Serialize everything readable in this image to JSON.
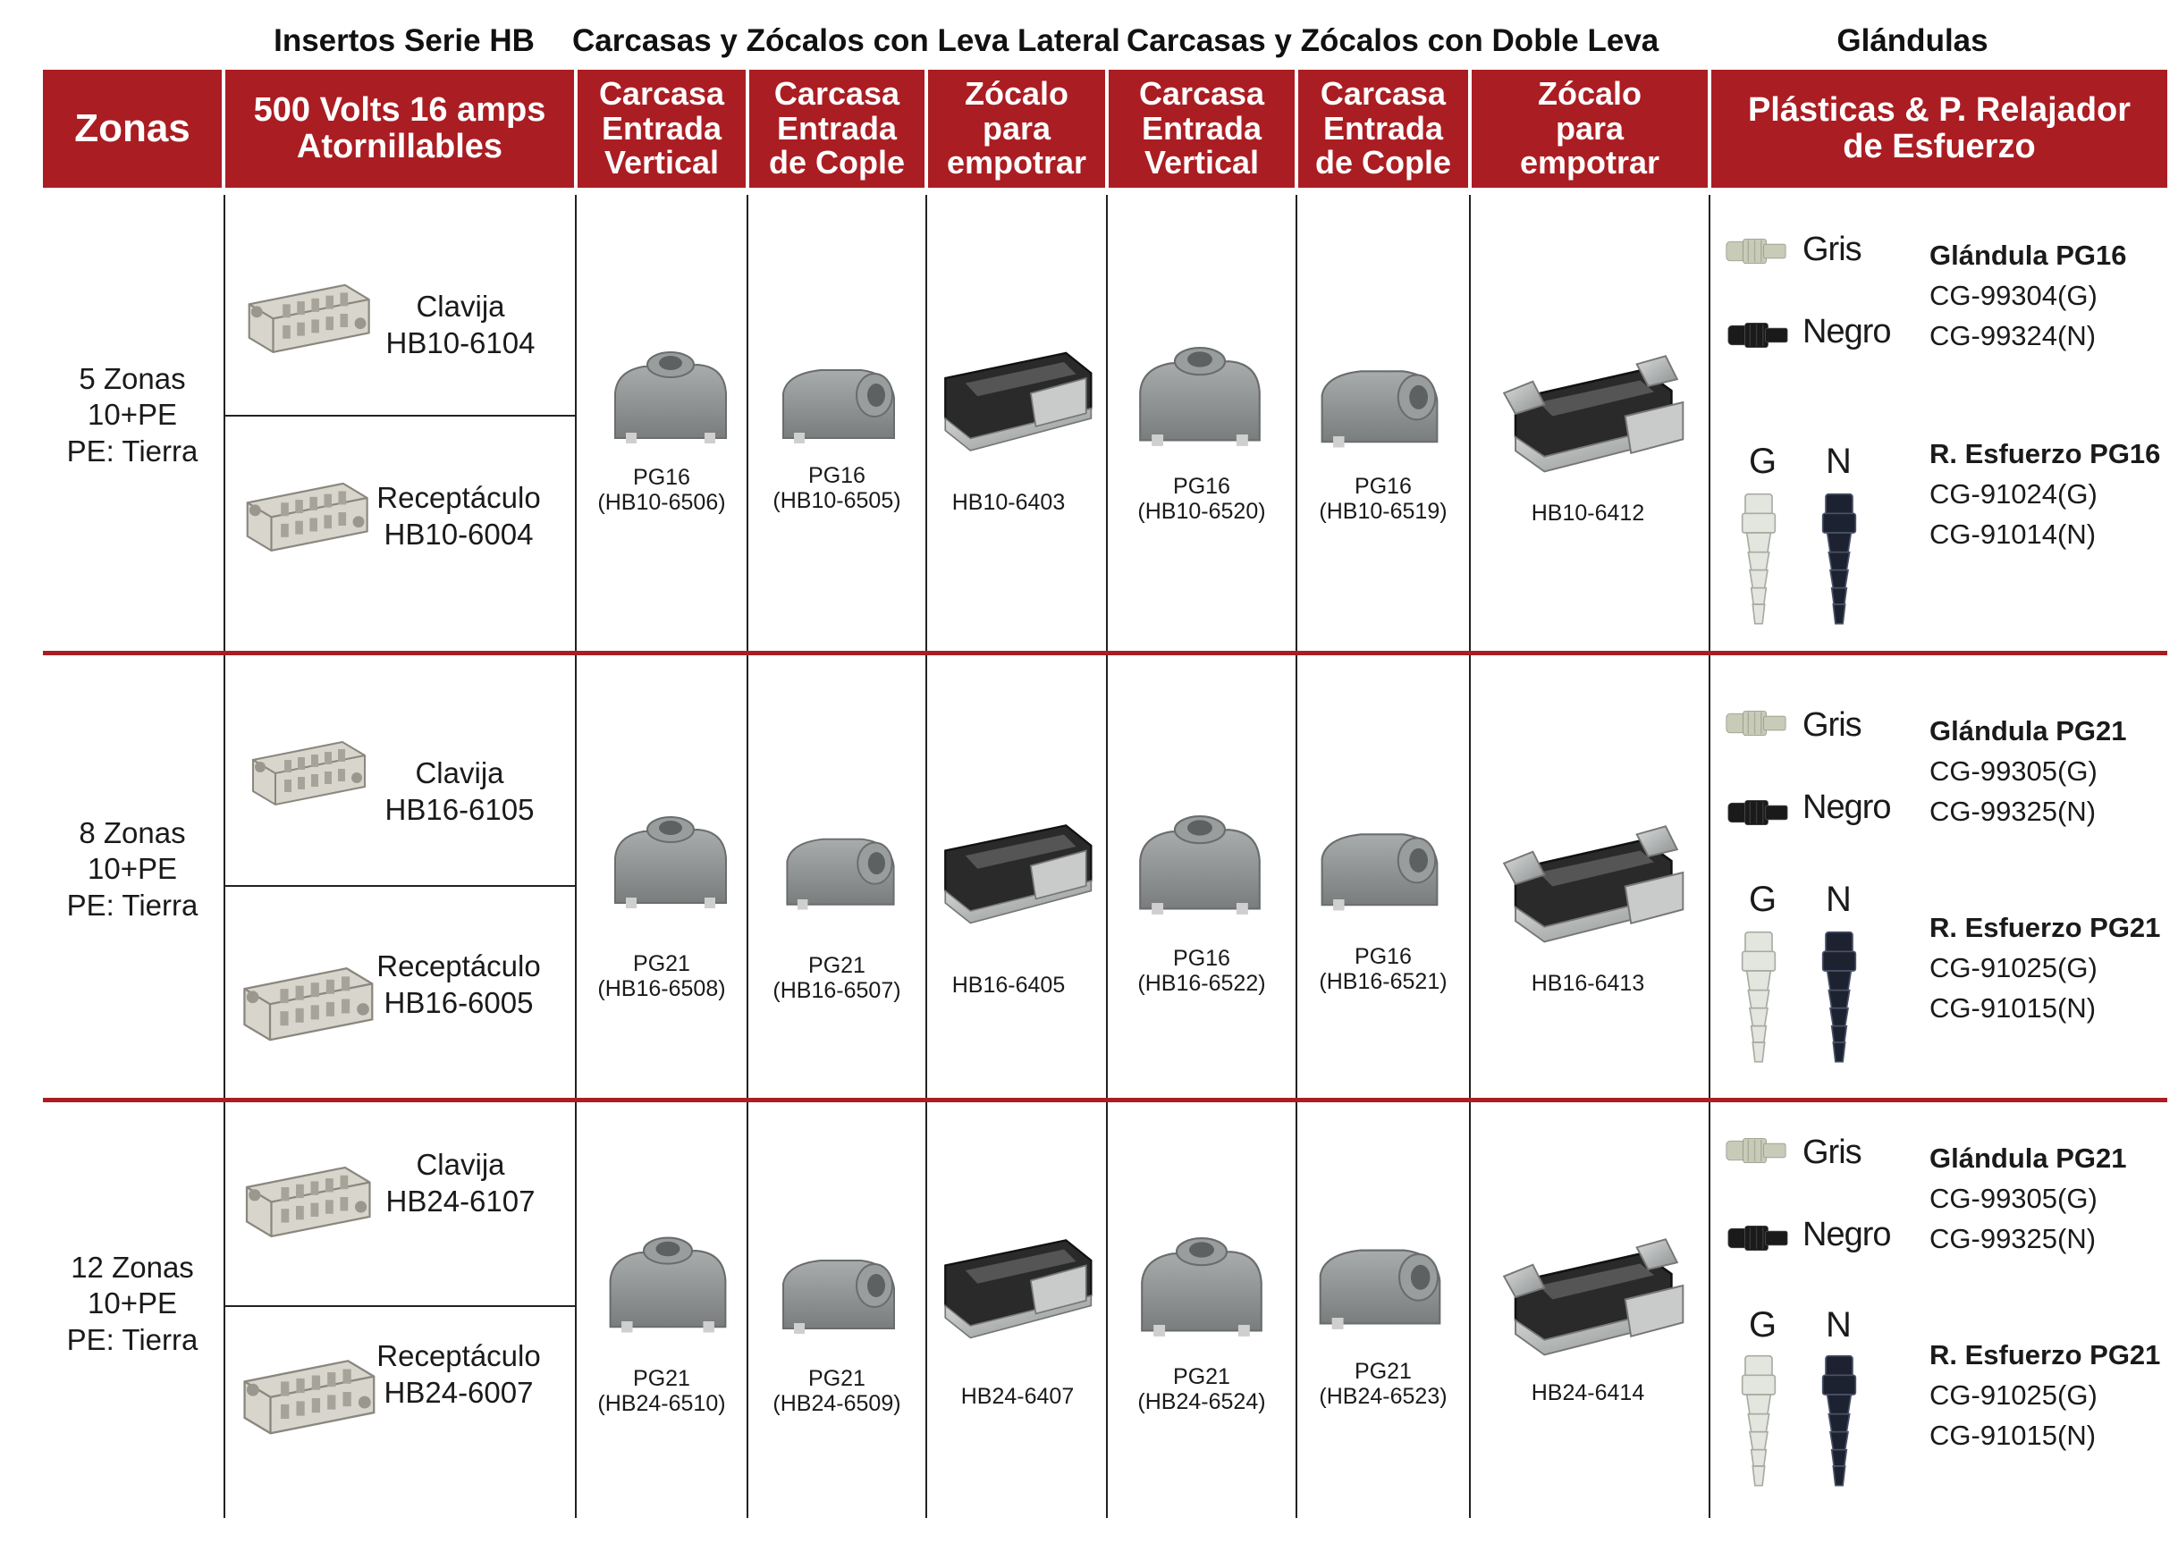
{
  "group_headers": {
    "insertos": "Insertos Serie HB",
    "leva_lateral": "Carcasas y Zócalos con Leva Lateral",
    "doble_leva": "Carcasas y Zócalos con Doble Leva",
    "glandulas": "Glándulas"
  },
  "column_headers": {
    "zonas": "Zonas",
    "insertos_line1": "500 Volts 16 amps",
    "insertos_line2": "Atornillables",
    "ll_vertical": [
      "Carcasa",
      "Entrada",
      "Vertical"
    ],
    "ll_cople": [
      "Carcasa",
      "Entrada",
      "de Cople"
    ],
    "ll_zocalo": [
      "Zócalo",
      "para",
      "empotrar"
    ],
    "dl_vertical": [
      "Carcasa",
      "Entrada",
      "Vertical"
    ],
    "dl_cople": [
      "Carcasa",
      "Entrada",
      "de Cople"
    ],
    "dl_zocalo": [
      "Zócalo",
      "para",
      "empotrar"
    ],
    "glandulas_line1": "Plásticas & P. Relajador",
    "glandulas_line2": "de Esfuerzo"
  },
  "rows": [
    {
      "zone": [
        "5 Zonas",
        "10+PE",
        "PE: Tierra"
      ],
      "clavija": [
        "Clavija",
        "HB10-6104"
      ],
      "receptaculo": [
        "Receptáculo",
        "HB10-6004"
      ],
      "ll_vertical": [
        "PG16",
        "(HB10-6506)"
      ],
      "ll_cople": [
        "PG16",
        "(HB10-6505)"
      ],
      "ll_zocalo": "HB10-6403",
      "dl_vertical": [
        "PG16",
        "(HB10-6520)"
      ],
      "dl_cople": [
        "PG16",
        "(HB10-6519)"
      ],
      "dl_zocalo": "HB10-6412",
      "gris": "Gris",
      "negro": "Negro",
      "glandula_title": "Glándula PG16",
      "glandula_codes": [
        "CG-99304(G)",
        "CG-99324(N)"
      ],
      "g": "G",
      "n": "N",
      "esfuerzo_title": "R. Esfuerzo PG16",
      "esfuerzo_codes": [
        "CG-91024(G)",
        "CG-91014(N)"
      ]
    },
    {
      "zone": [
        "8 Zonas",
        "10+PE",
        "PE: Tierra"
      ],
      "clavija": [
        "Clavija",
        "HB16-6105"
      ],
      "receptaculo": [
        "Receptáculo",
        "HB16-6005"
      ],
      "ll_vertical": [
        "PG21",
        "(HB16-6508)"
      ],
      "ll_cople": [
        "PG21",
        "(HB16-6507)"
      ],
      "ll_zocalo": "HB16-6405",
      "dl_vertical": [
        "PG16",
        "(HB16-6522)"
      ],
      "dl_cople": [
        "PG16",
        "(HB16-6521)"
      ],
      "dl_zocalo": "HB16-6413",
      "gris": "Gris",
      "negro": "Negro",
      "glandula_title": "Glándula PG21",
      "glandula_codes": [
        "CG-99305(G)",
        "CG-99325(N)"
      ],
      "g": "G",
      "n": "N",
      "esfuerzo_title": "R. Esfuerzo PG21",
      "esfuerzo_codes": [
        "CG-91025(G)",
        "CG-91015(N)"
      ]
    },
    {
      "zone": [
        "12 Zonas",
        "10+PE",
        "PE: Tierra"
      ],
      "clavija": [
        "Clavija",
        "HB24-6107"
      ],
      "receptaculo": [
        "Receptáculo",
        "HB24-6007"
      ],
      "ll_vertical": [
        "PG21",
        "(HB24-6510)"
      ],
      "ll_cople": [
        "PG21",
        "(HB24-6509)"
      ],
      "ll_zocalo": "HB24-6407",
      "dl_vertical": [
        "PG21",
        "(HB24-6524)"
      ],
      "dl_cople": [
        "PG21",
        "(HB24-6523)"
      ],
      "dl_zocalo": "HB24-6414",
      "gris": "Gris",
      "negro": "Negro",
      "glandula_title": "Glándula PG21",
      "glandula_codes": [
        "CG-99305(G)",
        "CG-99325(N)"
      ],
      "g": "G",
      "n": "N",
      "esfuerzo_title": "R. Esfuerzo PG21",
      "esfuerzo_codes": [
        "CG-91025(G)",
        "CG-91015(N)"
      ]
    }
  ],
  "colors": {
    "header_red": "#aa1d22",
    "housing_gray": "#8c8f8f",
    "frame_black": "#222222"
  }
}
